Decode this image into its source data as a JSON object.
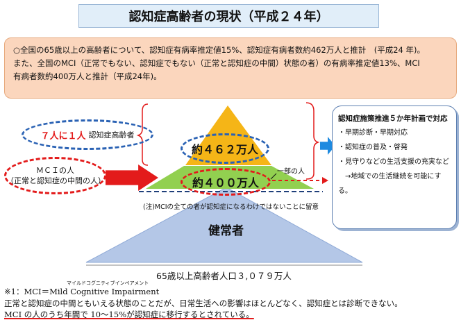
{
  "title": "認知症高齢者の現状（平成２４年）",
  "summary": {
    "line1": "○全国の65歳以上の高齢者について、認知症有病率推定値15%、認知症有病者数約462万人と推計　(平成24 年)。",
    "line2": "また、全国のMCI（正常でもない、認知症でもない（正常と認知症の中間）状態の者）の有病率推定値13%、MCI",
    "line3": "有病者数約400万人と推計（平成24年)。"
  },
  "left": {
    "dementia_ratio": "７人に１人",
    "dementia_label": "認知症高齢者",
    "mci_line1": "ＭＣＩの人",
    "mci_line2": "（正常と認知症の中間の人）"
  },
  "pyramid": {
    "top_value": "約４６２万人",
    "mid_value": "約４００万人",
    "part_note": "一部の人",
    "mci_note": "(注)MCIの全ての者が認知症になるわけではないことに留意",
    "healthy": "健常者",
    "population": "65歳以上高齢者人口３,０７９万人",
    "colors": {
      "top": "#f5b517",
      "mid": "#92d050",
      "base": "#b4c7e7"
    }
  },
  "plan": {
    "title": "認知症施策推進５か年計画で対応",
    "items": [
      "・早期診断・早期対応",
      "・認知症の普及・啓発",
      "・見守りなどの生活支援の充実など",
      "　→地域での生活継続を可能にする。"
    ]
  },
  "footnotes": {
    "ruby": "マイルドコグニティブインペアメント",
    "line1": "※1：MCI＝Mild Cognitive Impairment",
    "line2": "正常と認知症の中間ともいえる状態のことだが、日常生活への影響はほとんどなく、認知症とは診断できない。",
    "line3": "MCI の人のうち年間で 10～15%が認知症に移行するとされている。"
  }
}
